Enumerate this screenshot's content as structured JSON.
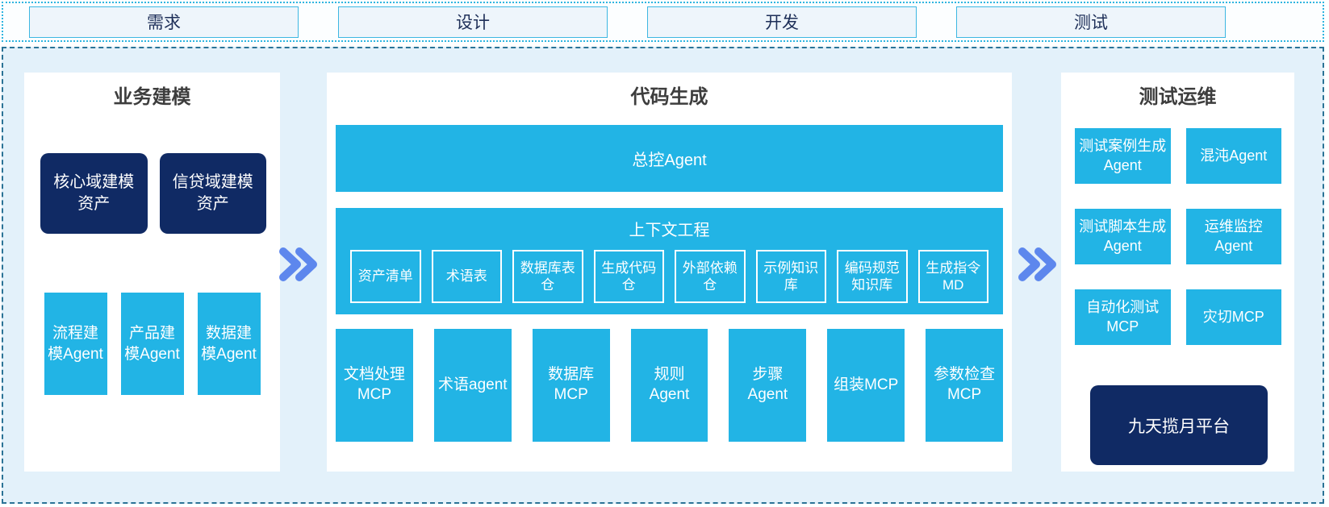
{
  "phases": [
    {
      "label": "需求"
    },
    {
      "label": "设计"
    },
    {
      "label": "开发"
    },
    {
      "label": "测试"
    }
  ],
  "panels": {
    "business": {
      "title": "业务建模",
      "assets": [
        "核心域建模资产",
        "信贷域建模资产"
      ],
      "agents": [
        "流程建模Agent",
        "产品建模Agent",
        "数据建模Agent"
      ]
    },
    "code": {
      "title": "代码生成",
      "master_agent": "总控Agent",
      "context": {
        "title": "上下文工程",
        "items": [
          "资产清单",
          "术语表",
          "数据库表仓",
          "生成代码仓",
          "外部依赖仓",
          "示例知识库",
          "编码规范知识库",
          "生成指令MD"
        ]
      },
      "tools": [
        "文档处理MCP",
        "术语agent",
        "数据库MCP",
        "规则Agent",
        "步骤Agent",
        "组装MCP",
        "参数检查MCP"
      ]
    },
    "test": {
      "title": "测试运维",
      "boxes": [
        "测试案例生成Agent",
        "混沌Agent",
        "测试脚本生成Agent",
        "运维监控Agent",
        "自动化测试MCP",
        "灾切MCP"
      ],
      "platform": "九天揽月平台"
    }
  },
  "colors": {
    "cyan": "#22b4e5",
    "navy": "#102a64",
    "arrow_blue": "#5d87ed",
    "canvas_bg": "#e3f1fa",
    "dashed_border": "#2b7396",
    "dotted_border": "#2fb5e0",
    "phase_fill": "#eef5fb",
    "phase_border": "#3db7e2",
    "phase_text": "#1e2f58",
    "title_text": "#3d3d3d"
  }
}
